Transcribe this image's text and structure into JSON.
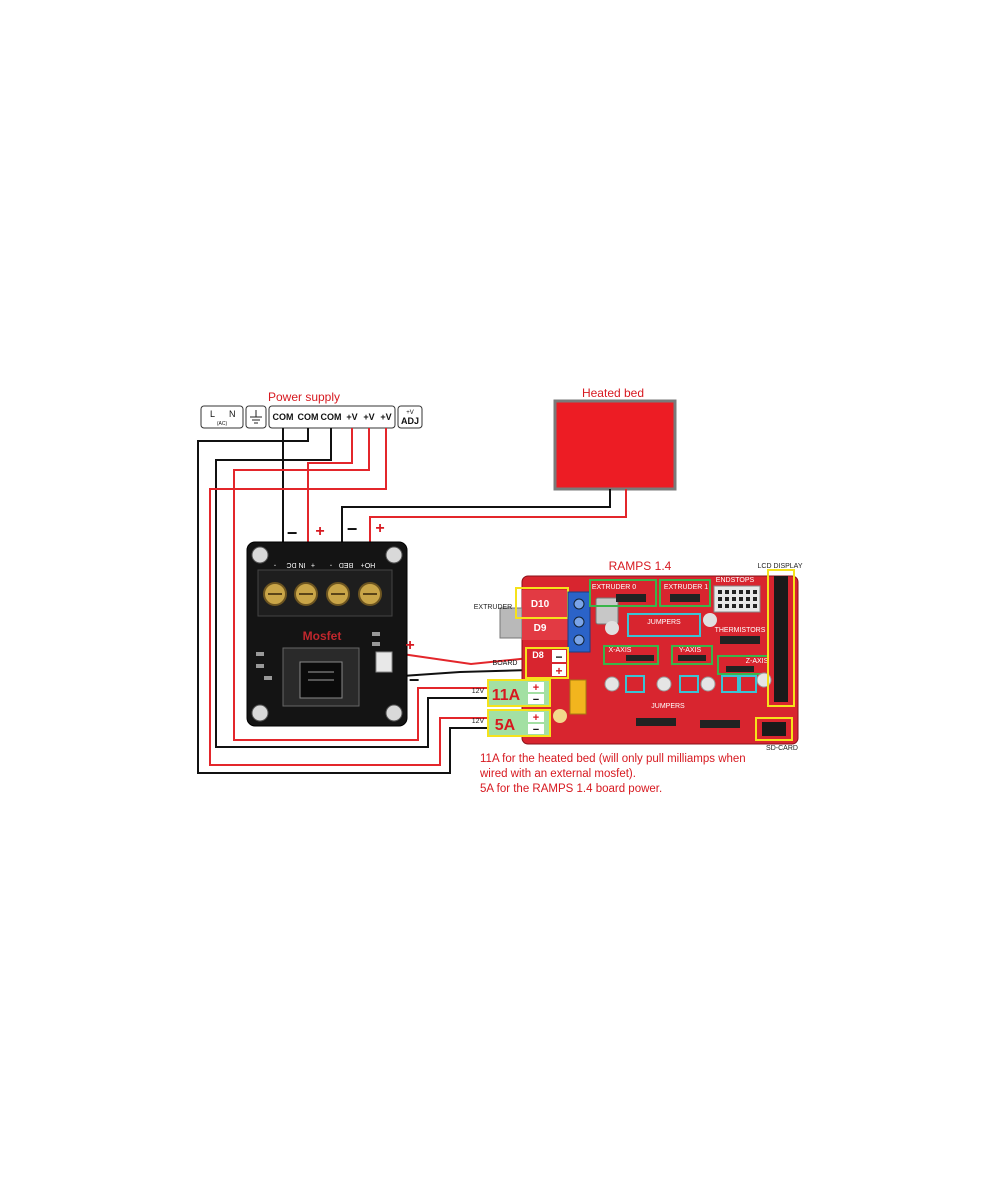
{
  "labels": {
    "power_supply": "Power supply",
    "heated_bed": "Heated bed",
    "ramps": "RAMPS 1.4",
    "mosfet": "Mosfet",
    "extruder": "EXTRUDER",
    "lcd_display": "LCD DISPLAY",
    "sd_card": "SD-CARD",
    "extruder0": "EXTRUDER 0",
    "extruder1": "EXTRUDER 1",
    "endstops": "ENDSTOPS",
    "thermistors": "THERMISTORS",
    "jumpers": "JUMPERS",
    "x_axis": "X-AXIS",
    "y_axis": "Y-AXIS",
    "z_axis": "Z-AXIS",
    "d10": "D10",
    "d9": "D9",
    "d8": "D8",
    "amp11": "11A",
    "amp5": "5A",
    "v12a": "12V",
    "v12b": "12V",
    "board_text": "BOARD"
  },
  "power_terminals": {
    "l": "L",
    "n": "N",
    "ac": "(AC)",
    "com1": "COM",
    "com2": "COM",
    "com3": "COM",
    "v1": "+V",
    "v2": "+V",
    "v3": "+V",
    "adj_top": "+V",
    "adj": "ADJ"
  },
  "mosfet_terminals": {
    "in_minus": "-",
    "in_label": "IN DC",
    "in_plus": "+",
    "bed_minus": "-",
    "bed_label": "BED",
    "bed_plus": "HO+"
  },
  "signs": {
    "mosfet_in_minus": "−",
    "mosfet_in_plus": "+",
    "mosfet_bed_minus": "−",
    "mosfet_bed_plus": "+",
    "signal_plus": "+",
    "signal_minus": "−",
    "d8_minus": "−",
    "d8_plus": "+",
    "p11_plus": "+",
    "p11_minus": "−",
    "p5_plus": "+",
    "p5_minus": "−"
  },
  "note": {
    "line1": "11A for the heated bed (will  only pull milliamps when",
    "line2": "wired with an external mosfet).",
    "line3": "5A for the RAMPS 1.4 board power."
  },
  "colors": {
    "label_red": "#d71920",
    "heated_bed_fill": "#ed1c24",
    "heated_bed_border": "#7a7a7a",
    "wire_red": "#e3262b",
    "wire_black": "#111111",
    "board_red": "#d8252f",
    "mosfet_board": "#141414",
    "highlight_yellow": "#f5e21b",
    "highlight_green": "#39b54a",
    "highlight_cyan": "#3bc3d4"
  }
}
